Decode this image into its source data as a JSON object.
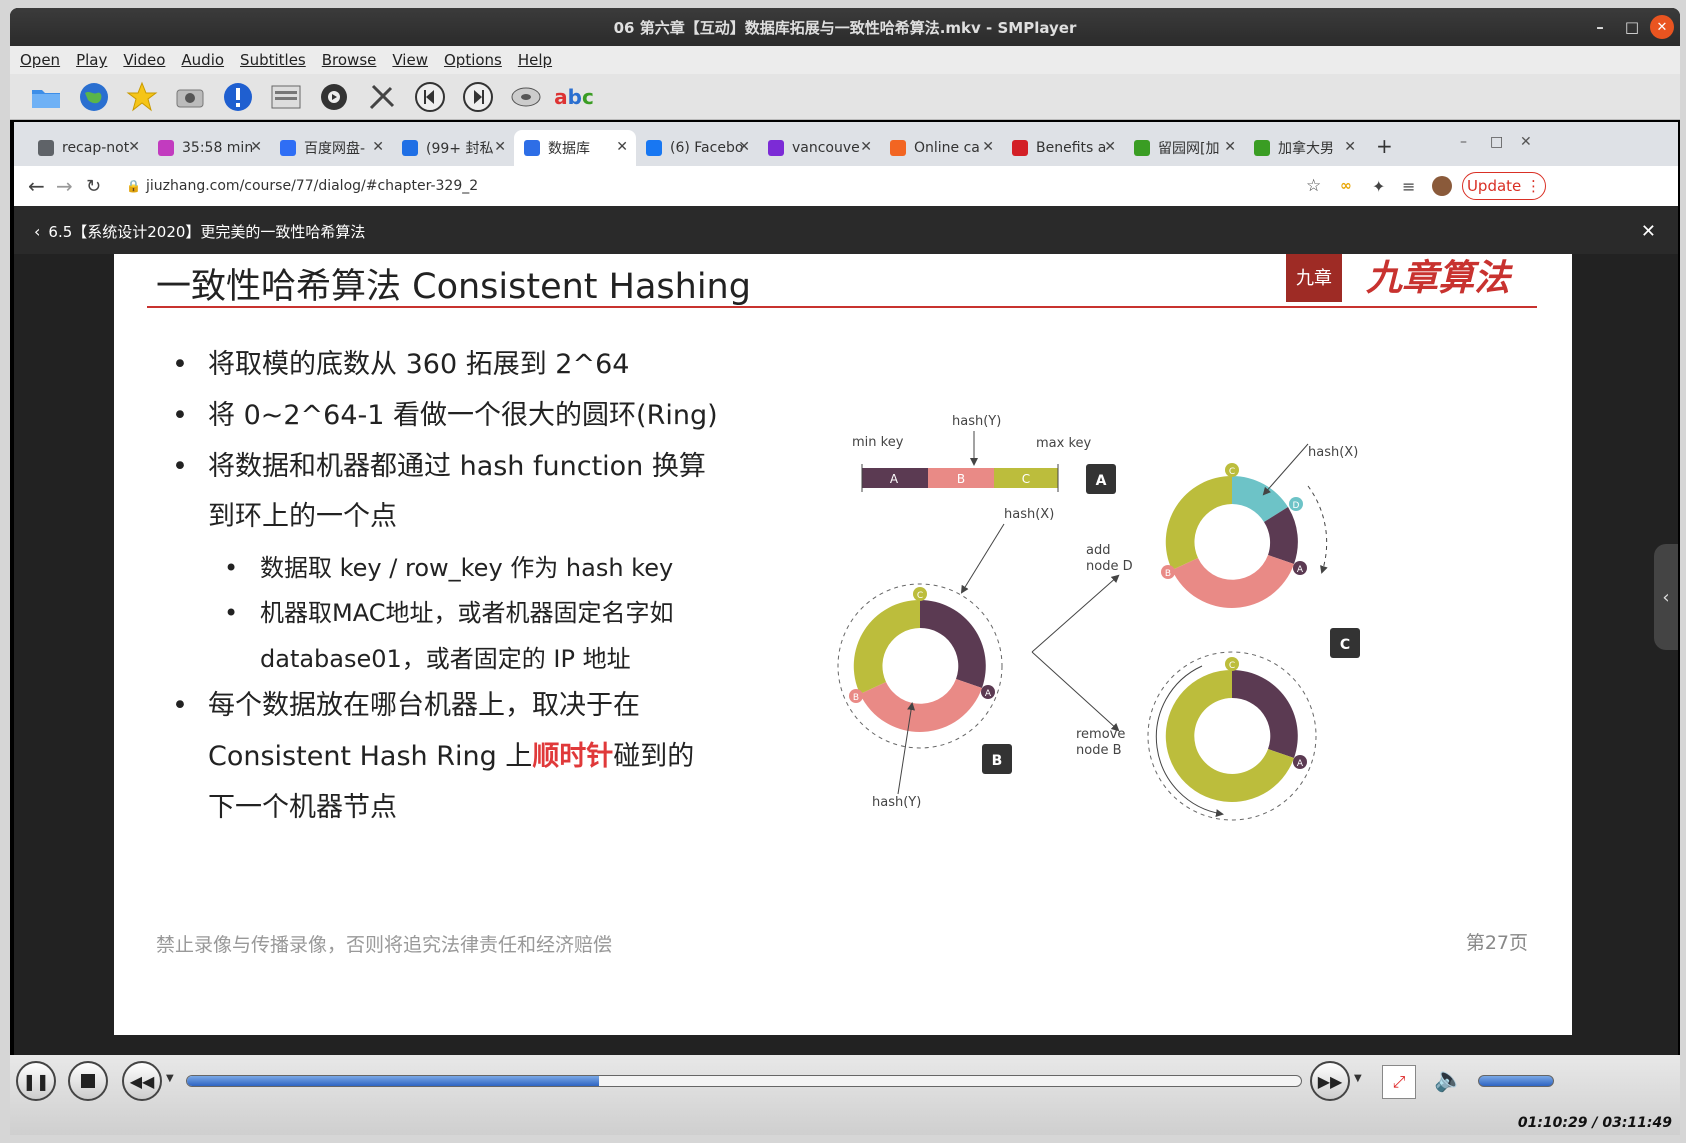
{
  "window": {
    "title": "06 第六章【互动】数据库拓展与一致性哈希算法.mkv - SMPlayer"
  },
  "menu": [
    "Open",
    "Play",
    "Video",
    "Audio",
    "Subtitles",
    "Browse",
    "View",
    "Options",
    "Help"
  ],
  "tabs": [
    {
      "label": "recap-not",
      "icon": "doc-icon",
      "color": "#5f6368"
    },
    {
      "label": "35:58 min",
      "icon": "circle-icon",
      "color": "#c23bbf"
    },
    {
      "label": "百度网盘-",
      "icon": "cloud-icon",
      "color": "#2f6ef5"
    },
    {
      "label": "(99+ 封私",
      "icon": "zhihu-icon",
      "color": "#1f6fe5"
    },
    {
      "label": "数据库",
      "icon": "app-icon",
      "color": "#2e6ee6"
    },
    {
      "label": "(6) Facebo",
      "icon": "facebook-icon",
      "color": "#1877f2"
    },
    {
      "label": "vancouve",
      "icon": "peace-icon",
      "color": "#7c2bd6"
    },
    {
      "label": "Online ca",
      "icon": "p-icon",
      "color": "#f26522"
    },
    {
      "label": "Benefits a",
      "icon": "maple-icon",
      "color": "#d31f26"
    },
    {
      "label": "留园网[加",
      "icon": "six-icon",
      "color": "#3a9d23"
    },
    {
      "label": "加拿大男",
      "icon": "six-icon",
      "color": "#3a9d23"
    }
  ],
  "address": {
    "url": "jiuzhang.com/course/77/dialog/#chapter-329_2",
    "update_label": "Update"
  },
  "page_header": {
    "title": "6.5【系统设计2020】更完美的一致性哈希算法"
  },
  "slide": {
    "title": "一致性哈希算法 Consistent Hashing",
    "bullets": [
      "将取模的底数从 360 拓展到 2^64",
      "将 0~2^64-1 看做一个很大的圆环(Ring)",
      "将数据和机器都通过 hash function 换算",
      "到环上的一个点"
    ],
    "sub_bullets": [
      "数据取 key / row_key 作为 hash key",
      "机器取MAC地址，或者机器固定名字如",
      "database01，或者固定的 IP 地址"
    ],
    "last_bullet": {
      "line1": "每个数据放在哪台机器上，取决于在",
      "line2_prefix": "Consistent Hash Ring 上",
      "line2_highlight": "顺时针",
      "line2_suffix": "碰到的",
      "line3": "下一个机器节点"
    },
    "footer_left": "禁止录像与传播录像，否则将追究法律责任和经济赔偿",
    "footer_right": "第27页",
    "logo_text": "九章算法",
    "diagram": {
      "min_key": "min key",
      "max_key": "max key",
      "hash_x": "hash(X)",
      "hash_y": "hash(Y)",
      "add_node": "add",
      "add_node2": "node D",
      "remove_node": "remove",
      "remove_node2": "node B",
      "box_a": "A",
      "box_b": "B",
      "box_c": "C",
      "seg_a": "A",
      "seg_b": "B",
      "seg_c": "C",
      "node_a": "A",
      "node_b": "B",
      "node_c": "C",
      "node_d": "D"
    }
  },
  "player": {
    "time": "01:10:29 / 03:11:49",
    "progress": 0.37
  },
  "colors": {
    "purple": "#5b3a52",
    "salmon": "#e98a86",
    "olive": "#bcbd3c",
    "teal": "#6dc3c7",
    "red": "#e0393a"
  }
}
